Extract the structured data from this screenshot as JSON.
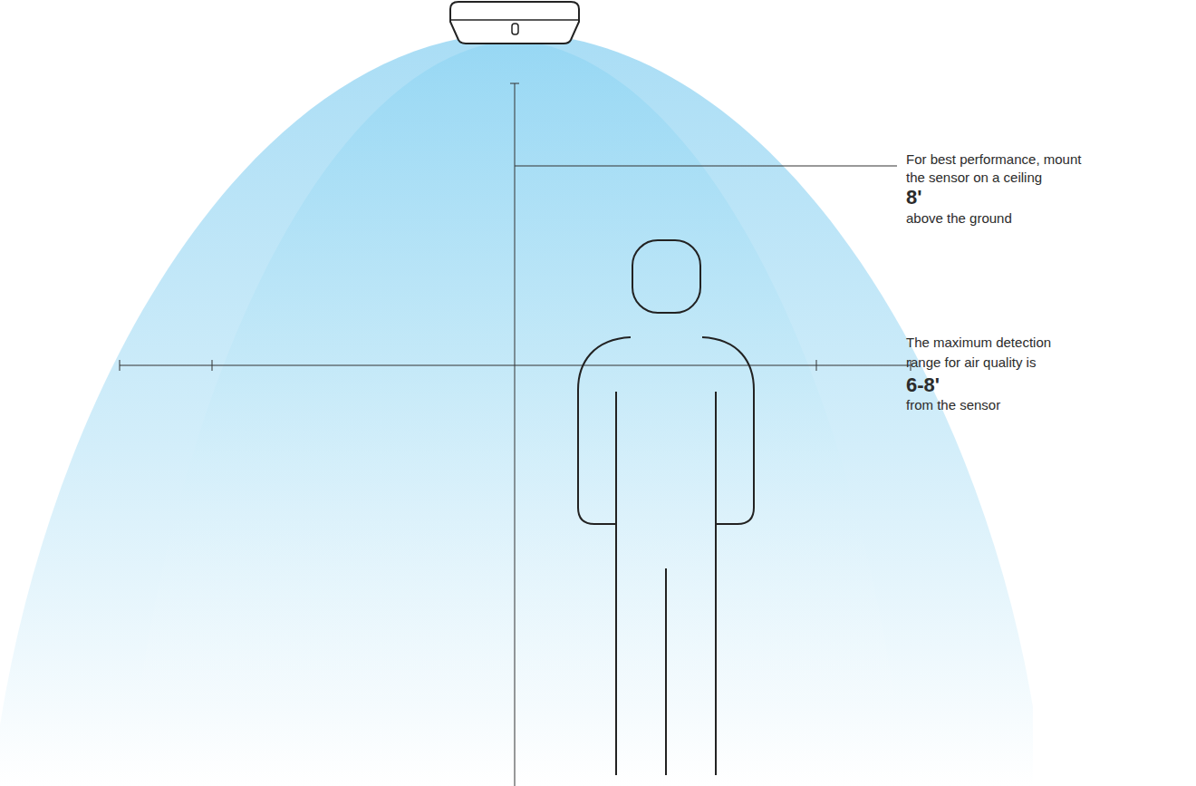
{
  "diagram": {
    "labels": [
      "For best performance, mount the sensor on a ceiling",
      "8'",
      "above the ground",
      "The maximum detection range for air quality is",
      "6-8'",
      "from the sensor"
    ]
  }
}
